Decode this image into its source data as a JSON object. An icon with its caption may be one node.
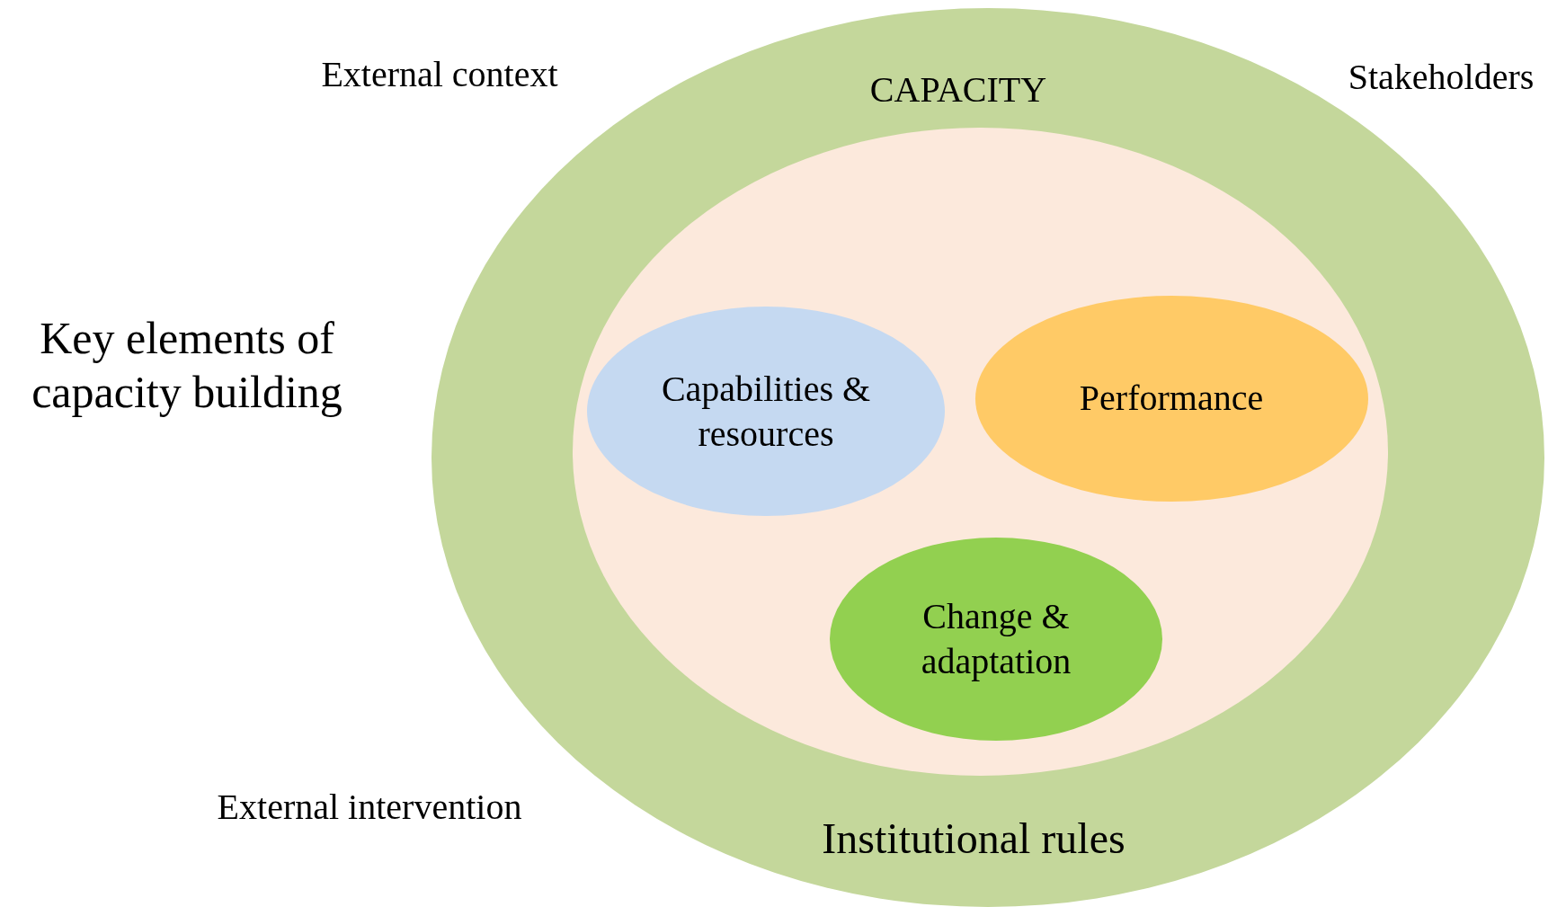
{
  "diagram": {
    "nodes": [
      {
        "text": [
          "CAPACITY",
          "Institutional rules"
        ]
      },
      {
        "text": [],
        "shape": "ellipse",
        "in": 0
      },
      {
        "text": [
          "Capabilities & resources"
        ],
        "in": 1
      },
      {
        "text": [
          "Performance"
        ],
        "in": 1
      },
      {
        "text": [
          "Change & adaptation"
        ],
        "in": 1
      }
    ],
    "labels": [
      "External context",
      "Stakeholders",
      "Key elements of capacity building",
      "External intervention"
    ]
  }
}
